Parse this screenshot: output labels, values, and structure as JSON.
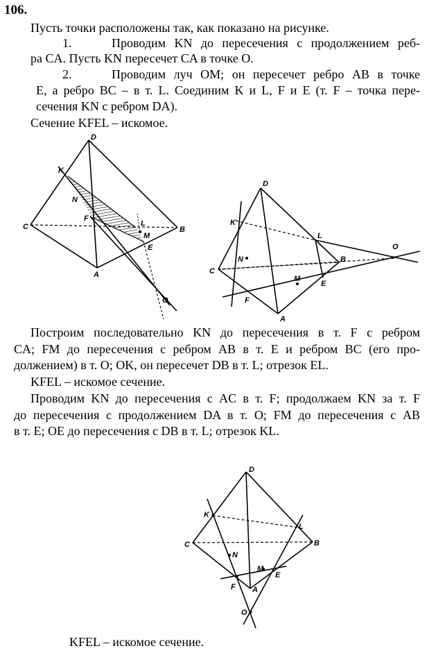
{
  "problem_number": "106.",
  "intro": "Пусть точки расположены так, как показано на рисунке.",
  "step1": {
    "number": "1.",
    "line1": "Проводим KN до пересечения с продолжением реб-",
    "line2": "ра CA. Пусть KN пересечет CA в точке O."
  },
  "step2": {
    "number": "2.",
    "line1": "Проводим луч OM; он пересечет ребро AB в точке",
    "line2": "E, а ребро BC – в т. L. Соединим K и L, F и E (т. F – точка пере-",
    "line3": "сечения KN с ребром DA)."
  },
  "section1": "Сечение KFEL – искомое.",
  "para2": {
    "line1": "Построим последовательно KN до пересечения в т. F с ребром",
    "line2": "CA; FM до пересечения с ребром AB в т. E и ребром BC (его про-",
    "line3": "должением) в т. O; OK, он пересечет DB в т. L; отрезок EL.",
    "line4": "KFEL – искомое сечение."
  },
  "para3": {
    "line1": "Проводим KN до пересечения с AC в т. F; продолжаем KN за т. F",
    "line2": "до пересечения с продолжением DA в т. O; FM до пересечения с AB",
    "line3": "в т. E; OE до пересечения с DB в т. L; отрезок KL."
  },
  "final": "KFEL – искомое сечение.",
  "figure1": {
    "labels": {
      "D": "D",
      "K": "K",
      "N": "N",
      "F": "F",
      "C": "C",
      "L": "L",
      "M": "M",
      "B": "B",
      "E": "E",
      "A": "A",
      "O": "O"
    }
  },
  "figure2": {
    "labels": {
      "D": "D",
      "K": "K",
      "L": "L",
      "O": "O",
      "N": "N",
      "C": "C",
      "B": "B",
      "M": "M",
      "E": "E",
      "F": "F",
      "A": "A"
    }
  },
  "figure3": {
    "labels": {
      "D": "D",
      "K": "K",
      "L": "L",
      "C": "C",
      "B": "B",
      "N": "N",
      "M": "M",
      "E": "E",
      "F": "F",
      "A": "A",
      "O": "O"
    }
  }
}
